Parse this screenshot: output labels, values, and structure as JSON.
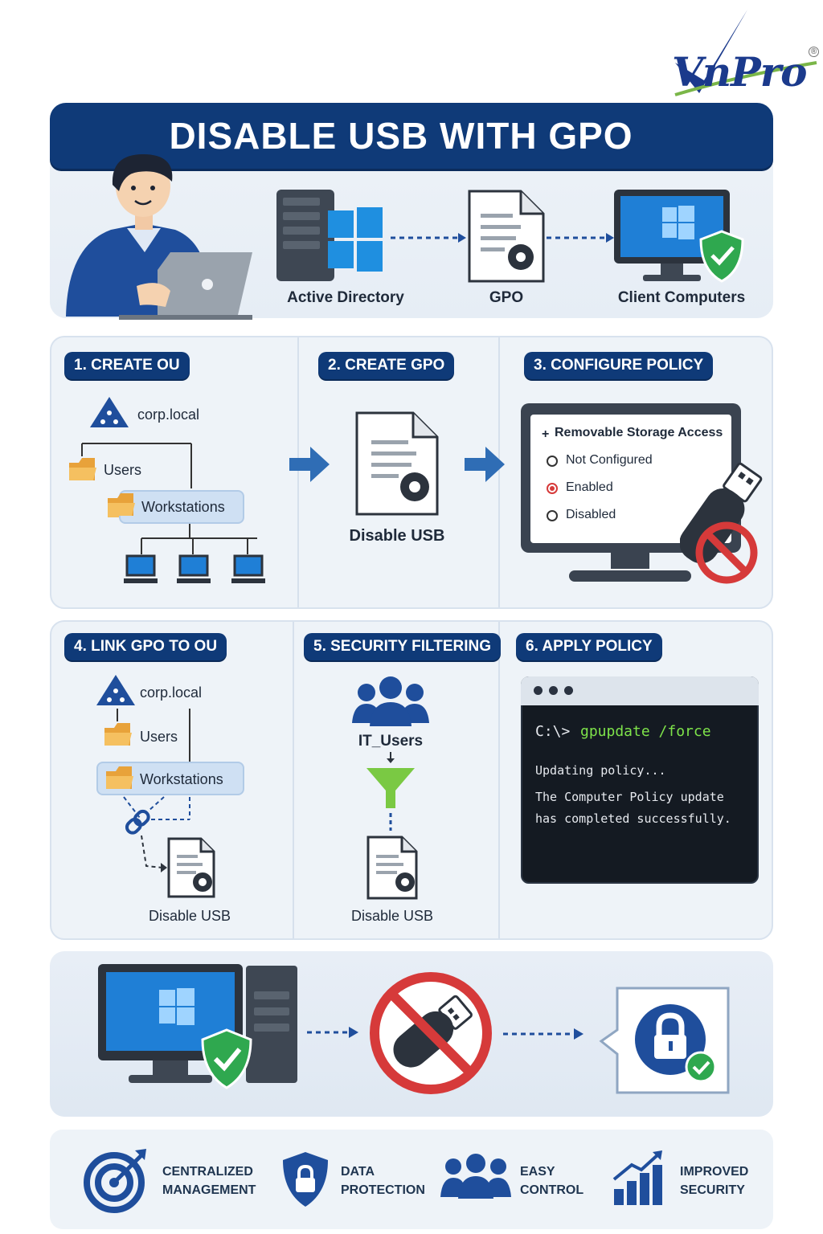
{
  "logo": {
    "text": "VnPro",
    "mark": "®"
  },
  "banner": {
    "title": "DISABLE USB WITH GPO"
  },
  "hero": {
    "items": [
      {
        "label": "Active Directory",
        "icon": "server-windows-icon"
      },
      {
        "label": "GPO",
        "icon": "gpo-document-icon"
      },
      {
        "label": "Client Computers",
        "icon": "monitor-shield-icon"
      }
    ]
  },
  "steps": {
    "s1": {
      "title": "1. CREATE OU",
      "domain": "corp.local",
      "users": "Users",
      "workstations": "Workstations"
    },
    "s2": {
      "title": "2. CREATE GPO",
      "label": "Disable USB"
    },
    "s3": {
      "title": "3. CONFIGURE POLICY",
      "policy_name": "Removable Storage Access",
      "options": [
        {
          "label": "Not Configured",
          "selected": false
        },
        {
          "label": "Enabled",
          "selected": true
        },
        {
          "label": "Disabled",
          "selected": false
        }
      ]
    },
    "s4": {
      "title": "4. LINK GPO TO OU",
      "domain": "corp.local",
      "users": "Users",
      "workstations": "Workstations",
      "label": "Disable USB"
    },
    "s5": {
      "title": "5. SECURITY FILTERING",
      "group": "IT_Users",
      "label": "Disable USB"
    },
    "s6": {
      "title": "6. APPLY POLICY",
      "prompt": "C:\\>",
      "command": "gpupdate /force",
      "output": [
        "Updating policy...",
        "The Computer Policy update",
        "has completed successfully."
      ]
    }
  },
  "benefits": [
    {
      "line1": "CENTRALIZED",
      "line2": "MANAGEMENT",
      "icon": "target-icon"
    },
    {
      "line1": "DATA",
      "line2": "PROTECTION",
      "icon": "shield-lock-icon"
    },
    {
      "line1": "EASY",
      "line2": "CONTROL",
      "icon": "users-icon"
    },
    {
      "line1": "IMPROVED",
      "line2": "SECURITY",
      "icon": "growth-chart-icon"
    }
  ],
  "colors": {
    "navy": "#0f3a78",
    "accent_blue": "#2f6db5",
    "green": "#2fa84f",
    "red": "#d63a3a",
    "terminal_green": "#7ee34a"
  }
}
